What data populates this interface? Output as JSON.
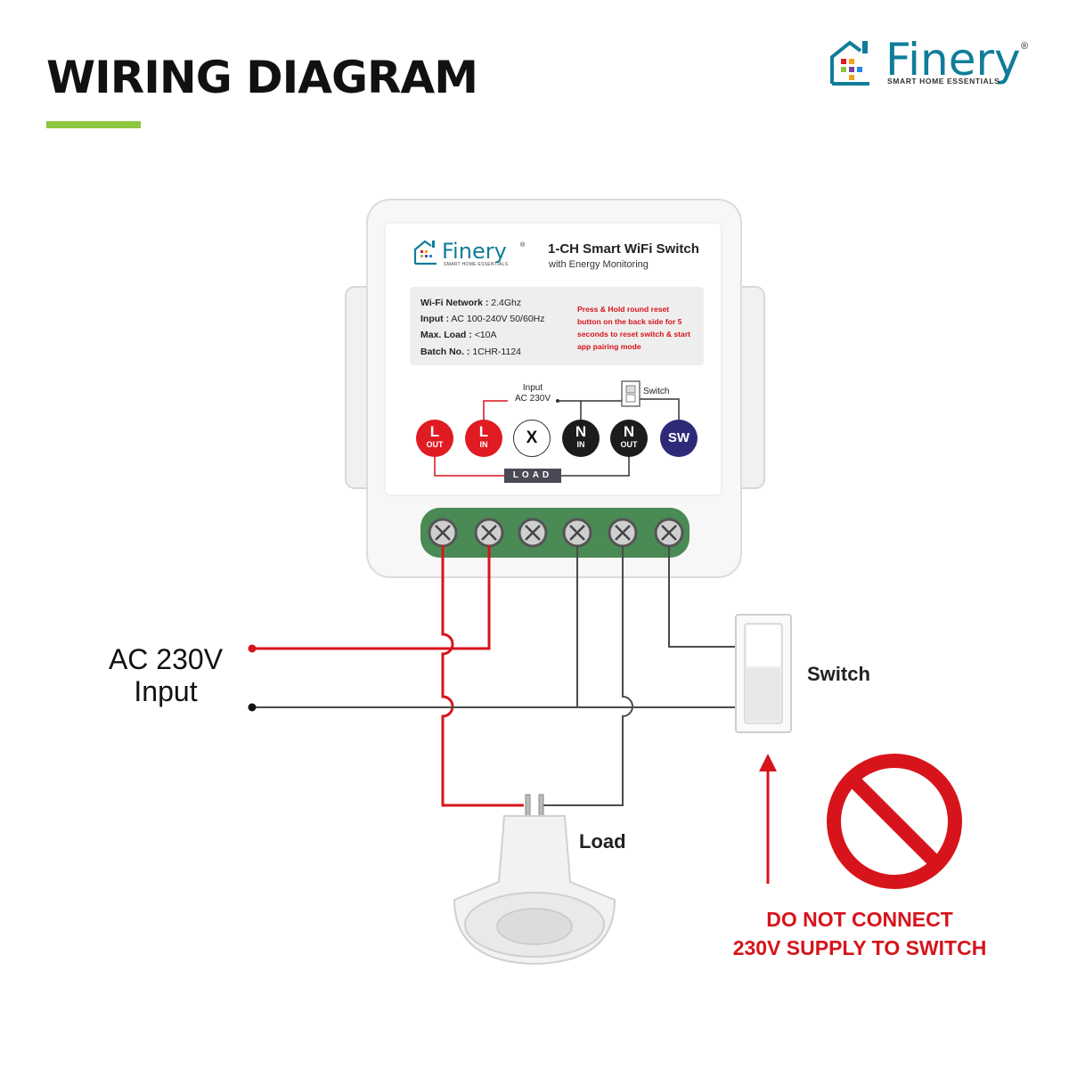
{
  "header": {
    "title": "WIRING DIAGRAM",
    "brand": "Finery",
    "brand_reg": "®",
    "brand_tagline": "SMART HOME ESSENTIALS",
    "accent_green": "#8dc63f",
    "brand_teal": "#0f7d9a"
  },
  "device": {
    "brand": "Finery",
    "brand_reg": "®",
    "brand_tagline": "SMART HOME ESSENTIALS",
    "model": "1-CH Smart WiFi Switch",
    "subtitle": "with Energy Monitoring",
    "specs": [
      {
        "label": "Wi-Fi Network :",
        "value": "2.4Ghz"
      },
      {
        "label": "Input :",
        "value": "AC 100-240V  50/60Hz"
      },
      {
        "label": "Max. Load :",
        "value": "<10A"
      },
      {
        "label": "Batch No. :",
        "value": "1CHR-1124"
      }
    ],
    "reset_note": "Press & Hold round reset button on the back side for 5 seconds to reset switch & start app pairing mode",
    "input_label": "Input\nAC 230V",
    "switch_label": "Switch",
    "load_label": "LOAD",
    "terminals": [
      {
        "main": "L",
        "sub": "OUT",
        "color": "#e01b22"
      },
      {
        "main": "L",
        "sub": "IN",
        "color": "#e01b22"
      },
      {
        "main": "X",
        "sub": "",
        "color": "#ffffff"
      },
      {
        "main": "N",
        "sub": "IN",
        "color": "#1c1c1c"
      },
      {
        "main": "N",
        "sub": "OUT",
        "color": "#1c1c1c"
      },
      {
        "main": "SW",
        "sub": "",
        "color": "#2e2a78"
      }
    ]
  },
  "labels": {
    "ac_input_line1": "AC 230V",
    "ac_input_line2": "Input",
    "switch": "Switch",
    "load": "Load",
    "warning_line1": "DO NOT CONNECT",
    "warning_line2": "230V SUPPLY TO SWITCH"
  },
  "colors": {
    "live_wire": "#d7141b",
    "neutral_wire": "#4a4a4a",
    "warning": "#d7141b"
  }
}
